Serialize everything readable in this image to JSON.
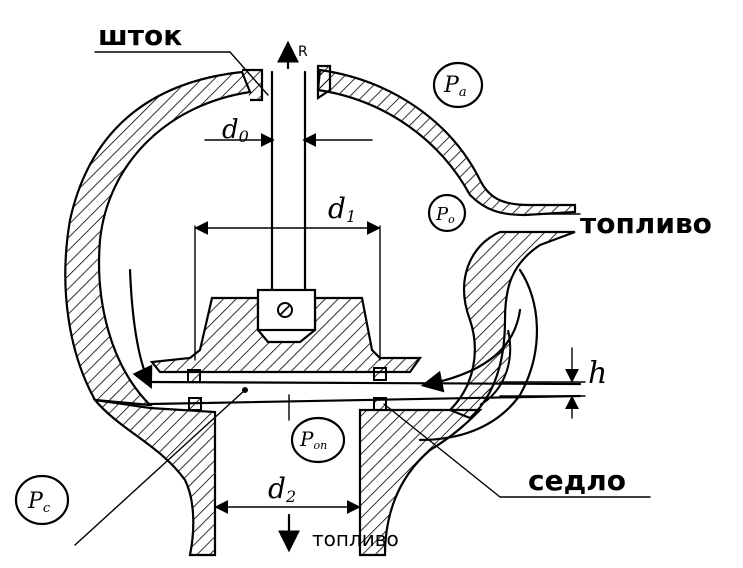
{
  "labels": {
    "stem": "шток",
    "fuel_right": "топливо",
    "seat": "седло",
    "fuel_bottom": "топливо",
    "force": "R",
    "lift": "h",
    "d0": "d",
    "d0_sub": "0",
    "d1": "d",
    "d1_sub": "1",
    "d2": "d",
    "d2_sub": "2",
    "pa": "P",
    "pa_sub": "a",
    "po": "P",
    "po_sub": "o",
    "pc": "P",
    "pc_sub": "c",
    "pon": "P",
    "pon_sub": "оп"
  }
}
